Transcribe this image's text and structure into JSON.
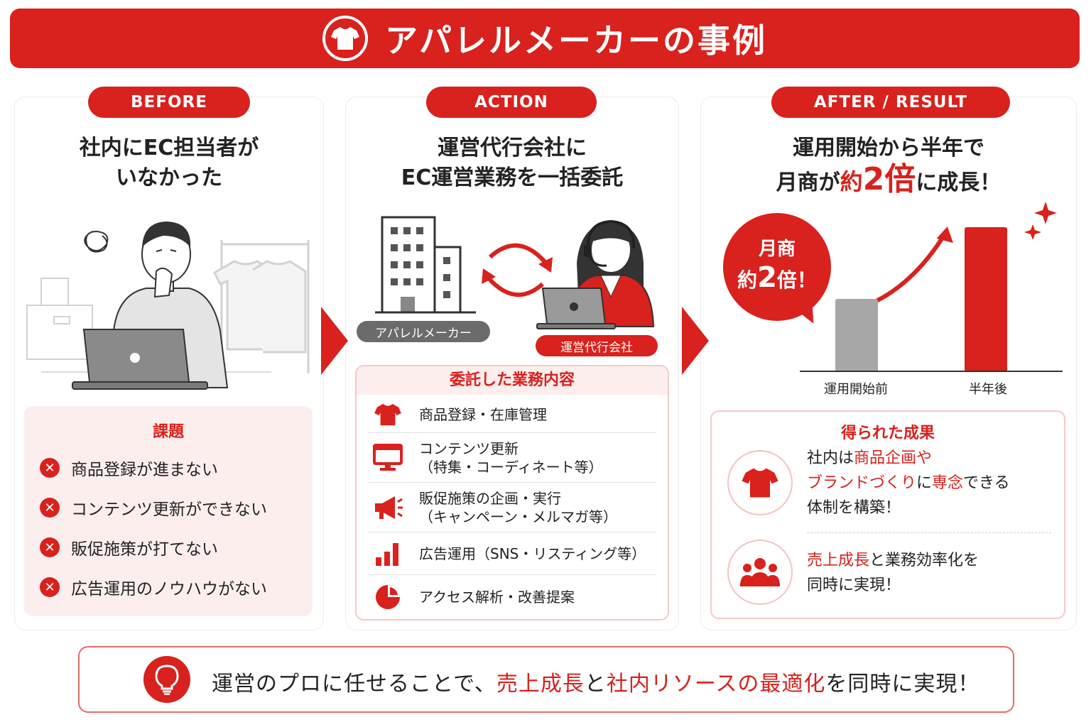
{
  "header": {
    "title": "アパレルメーカーの事例",
    "icon": "tshirt-icon"
  },
  "before": {
    "label": "BEFORE",
    "title_line1": "社内にEC担当者が",
    "title_line2": "いなかった",
    "issues_title": "課題",
    "issues": [
      "商品登録が進まない",
      "コンテンツ更新ができない",
      "販促施策が打てない",
      "広告運用のノウハウがない"
    ]
  },
  "action": {
    "label": "ACTION",
    "title_line1": "運営代行会社に",
    "title_line2": "EC運営業務を一括委託",
    "tag_maker": "アパレルメーカー",
    "tag_agency": "運営代行会社",
    "tasks_title": "委託した業務内容",
    "tasks": [
      {
        "line1": "商品登録・在庫管理",
        "line2": "",
        "icon": "tshirt-icon"
      },
      {
        "line1": "コンテンツ更新",
        "line2": "（特集・コーディネート等）",
        "icon": "monitor-icon"
      },
      {
        "line1": "販促施策の企画・実行",
        "line2": "（キャンペーン・メルマガ等）",
        "icon": "megaphone-icon"
      },
      {
        "line1": "広告運用（SNS・リスティング等）",
        "line2": "",
        "icon": "bar-chart-icon"
      },
      {
        "line1": "アクセス解析・改善提案",
        "line2": "",
        "icon": "pie-chart-icon"
      }
    ]
  },
  "after": {
    "label": "AFTER / RESULT",
    "title_line1": "運用開始から半年で",
    "title_pre": "月商が",
    "title_mid": "約",
    "title_big": "2倍",
    "title_post": "に成長！",
    "bubble_line1": "月商",
    "bubble_pre": "約",
    "bubble_big": "2",
    "bubble_post": "倍！",
    "chart": {
      "categories": [
        "運用開始前",
        "半年後"
      ],
      "values": [
        1,
        2
      ],
      "colors": [
        "#a7a7a7",
        "#d9211d"
      ]
    },
    "results_title": "得られた成果",
    "result1": {
      "a": "社内は",
      "b": "商品企画や",
      "c": "ブランドづくり",
      "d": "に",
      "e": "専念",
      "f": "できる",
      "g": "体制を構築！"
    },
    "result2": {
      "a": "売上成長",
      "b": "と業務効率化を",
      "c": "同時に実現！"
    }
  },
  "footer": {
    "t1": "運営のプロに任せることで、",
    "t2": "売上成長",
    "t3": "と",
    "t4": "社内リソースの最適化",
    "t5": "を同時に実現！"
  },
  "colors": {
    "accent": "#d9211d",
    "light": "#fdeeee",
    "gray": "#6b6b6b"
  }
}
